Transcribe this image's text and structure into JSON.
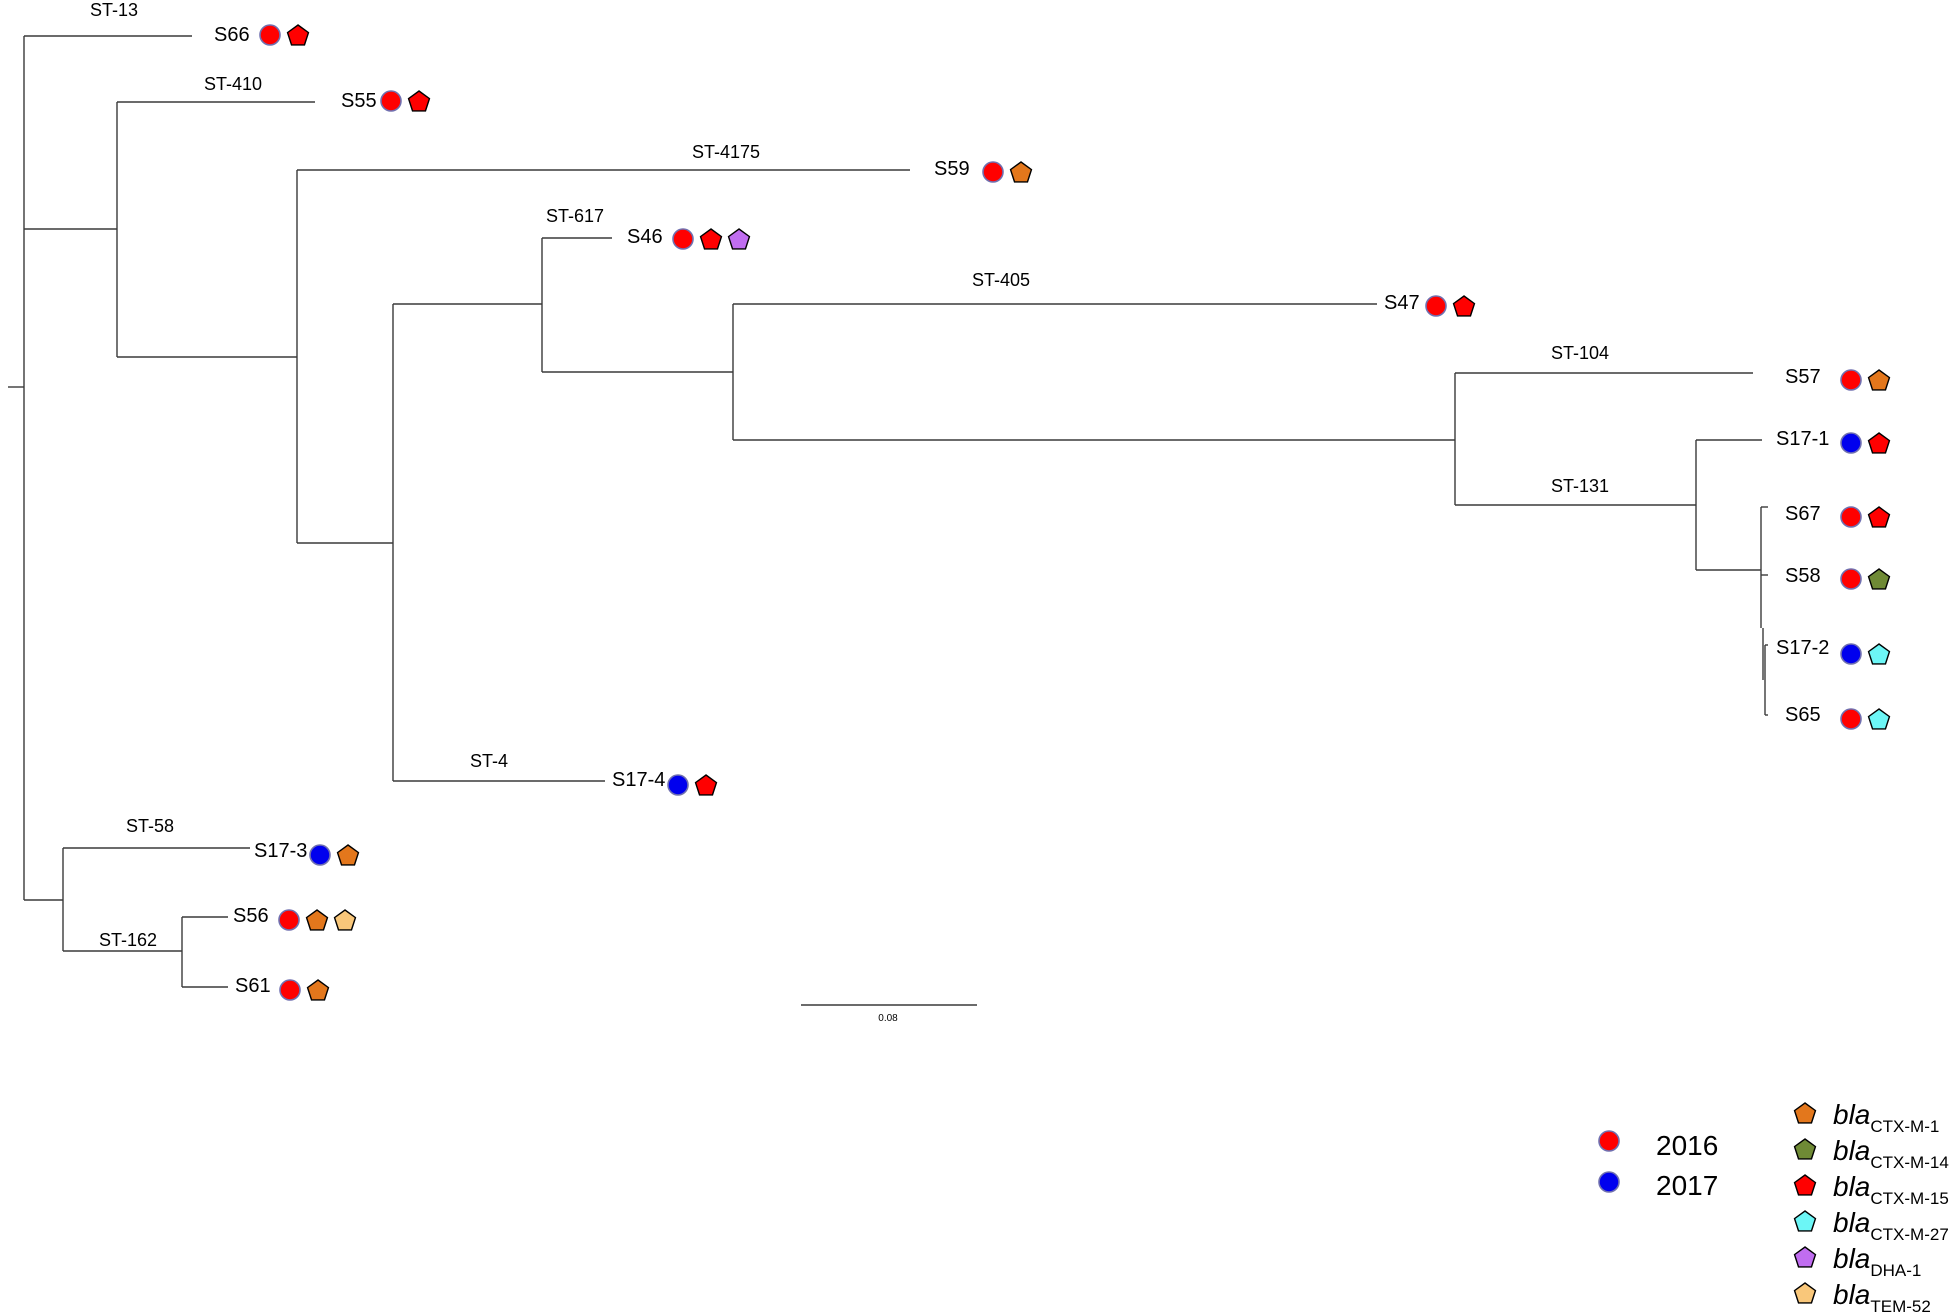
{
  "colors": {
    "year_2016": "#ff0000",
    "year_2017": "#0000ee",
    "circle_stroke": "#7070b0",
    "CTX-M-1": "#e3771c",
    "CTX-M-14": "#6f8a35",
    "CTX-M-15": "#ff0000",
    "CTX-M-27": "#6cf6f6",
    "DHA-1": "#c06df0",
    "TEM-52": "#f9c77a",
    "branch": "#3a3a3a"
  },
  "tree": {
    "tips": [
      {
        "id": "S66",
        "label": "S66",
        "year": "2016",
        "genes": [
          "CTX-M-15"
        ]
      },
      {
        "id": "S55",
        "label": "S55",
        "year": "2016",
        "genes": [
          "CTX-M-15"
        ]
      },
      {
        "id": "S59",
        "label": "S59",
        "year": "2016",
        "genes": [
          "CTX-M-1"
        ]
      },
      {
        "id": "S46",
        "label": "S46",
        "year": "2016",
        "genes": [
          "CTX-M-15",
          "DHA-1"
        ]
      },
      {
        "id": "S47",
        "label": "S47",
        "year": "2016",
        "genes": [
          "CTX-M-15"
        ]
      },
      {
        "id": "S57",
        "label": "S57",
        "year": "2016",
        "genes": [
          "CTX-M-1"
        ]
      },
      {
        "id": "S17-1",
        "label": "S17-1",
        "year": "2017",
        "genes": [
          "CTX-M-15"
        ]
      },
      {
        "id": "S67",
        "label": "S67",
        "year": "2016",
        "genes": [
          "CTX-M-15"
        ]
      },
      {
        "id": "S58",
        "label": "S58",
        "year": "2016",
        "genes": [
          "CTX-M-14"
        ]
      },
      {
        "id": "S17-2",
        "label": "S17-2",
        "year": "2017",
        "genes": [
          "CTX-M-27"
        ]
      },
      {
        "id": "S65",
        "label": "S65",
        "year": "2016",
        "genes": [
          "CTX-M-27"
        ]
      },
      {
        "id": "S17-4",
        "label": "S17-4",
        "year": "2017",
        "genes": [
          "CTX-M-15"
        ]
      },
      {
        "id": "S17-3",
        "label": "S17-3",
        "year": "2017",
        "genes": [
          "CTX-M-1"
        ]
      },
      {
        "id": "S56",
        "label": "S56",
        "year": "2016",
        "genes": [
          "CTX-M-1",
          "TEM-52"
        ]
      },
      {
        "id": "S61",
        "label": "S61",
        "year": "2016",
        "genes": [
          "CTX-M-1"
        ]
      }
    ],
    "sequence_types": [
      "ST-13",
      "ST-410",
      "ST-4175",
      "ST-617",
      "ST-405",
      "ST-104",
      "ST-131",
      "ST-4",
      "ST-58",
      "ST-162"
    ]
  },
  "scale_bar": {
    "label": "0.08"
  },
  "legend": {
    "years": [
      {
        "label": "2016",
        "color_key": "year_2016"
      },
      {
        "label": "2017",
        "color_key": "year_2017"
      }
    ],
    "genes": [
      {
        "prefix": "bla",
        "sub": "CTX-M-1",
        "color_key": "CTX-M-1"
      },
      {
        "prefix": "bla",
        "sub": "CTX-M-14",
        "color_key": "CTX-M-14"
      },
      {
        "prefix": "bla",
        "sub": "CTX-M-15",
        "color_key": "CTX-M-15"
      },
      {
        "prefix": "bla",
        "sub": "CTX-M-27",
        "color_key": "CTX-M-27"
      },
      {
        "prefix": "bla",
        "sub": "DHA-1",
        "color_key": "DHA-1"
      },
      {
        "prefix": "bla",
        "sub": "TEM-52",
        "color_key": "TEM-52"
      }
    ]
  }
}
